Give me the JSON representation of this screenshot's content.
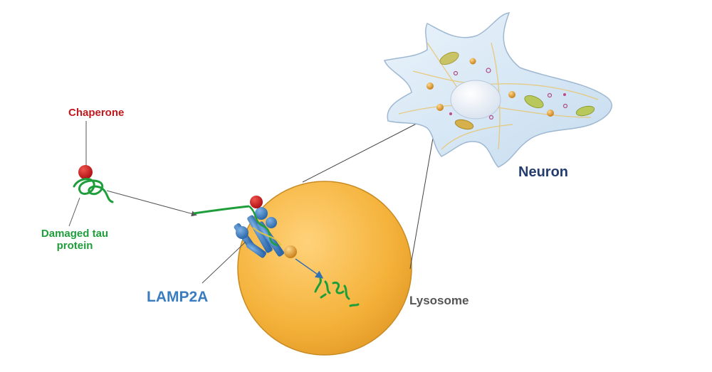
{
  "labels": {
    "chaperone": "Chaperone",
    "damaged_tau": "Damaged tau protein",
    "lamp2a": "LAMP2A",
    "lysosome": "Lysosome",
    "neuron": "Neuron"
  },
  "colors": {
    "chaperone": "#c0181c",
    "tau_protein": "#1e9e3a",
    "lamp2a": "#3a7cc0",
    "lysosome": "#f4b43a",
    "lysosome_label": "#555555",
    "neuron": "#243d6e",
    "neuron_body": "#d6e6f4"
  }
}
